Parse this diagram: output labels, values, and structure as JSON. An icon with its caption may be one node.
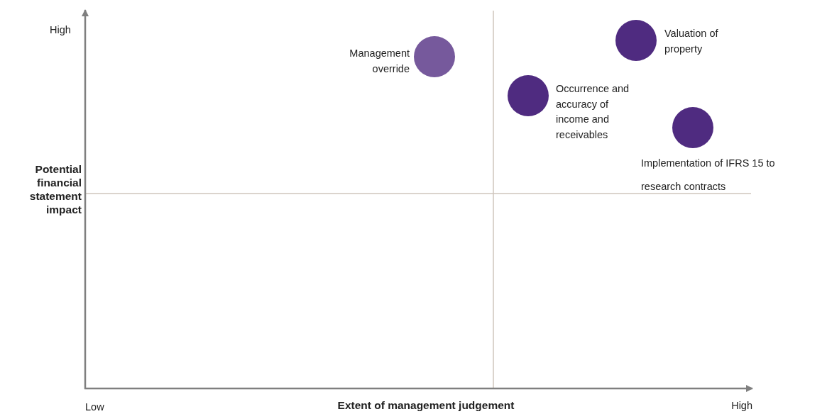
{
  "diagram": {
    "nodes": [
      {
        "text": [],
        "shape": "circle",
        "beside": [
          "Management override"
        ]
      },
      {
        "text": [],
        "shape": "circle",
        "beside": [
          "Valuation of property"
        ]
      },
      {
        "text": [],
        "shape": "circle",
        "beside": [
          "Occurrence and accuracy of income and receivables"
        ]
      },
      {
        "text": [],
        "shape": "circle",
        "beside": [
          "Implementation of IFRS 15 to research contracts"
        ]
      }
    ],
    "labels": [
      "High",
      "Potential financial statement impact",
      "Low",
      "Extent of management judgement",
      "High"
    ]
  }
}
